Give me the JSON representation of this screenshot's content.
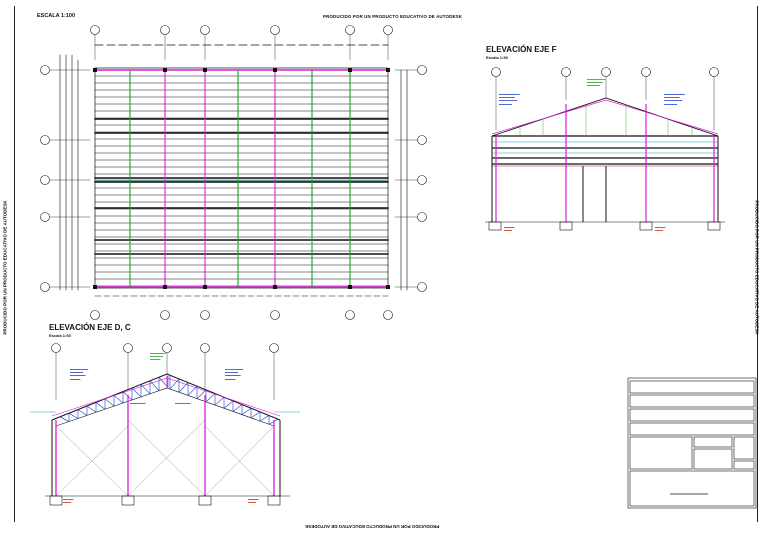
{
  "sheet": {
    "watermark": "PRODUCIDO POR UN PRODUCTO EDUCATIVO DE AUTODESK",
    "scale_main": "ESCALA 1:100"
  },
  "elevation_f": {
    "title": "ELEVACIÓN EJE F",
    "scale": "Escala 1:50"
  },
  "elevation_dc": {
    "title": "ELEVACIÓN EJE D, C",
    "scale": "Escala 1:50"
  },
  "colors": {
    "magenta": "#e01ae0",
    "green": "#1aa31a",
    "cyan": "#19a6b8",
    "blue": "#1a3cc8",
    "red": "#d01a1a",
    "black": "#111111"
  },
  "icons": {
    "grid_bubble": "circle-axis-marker"
  }
}
